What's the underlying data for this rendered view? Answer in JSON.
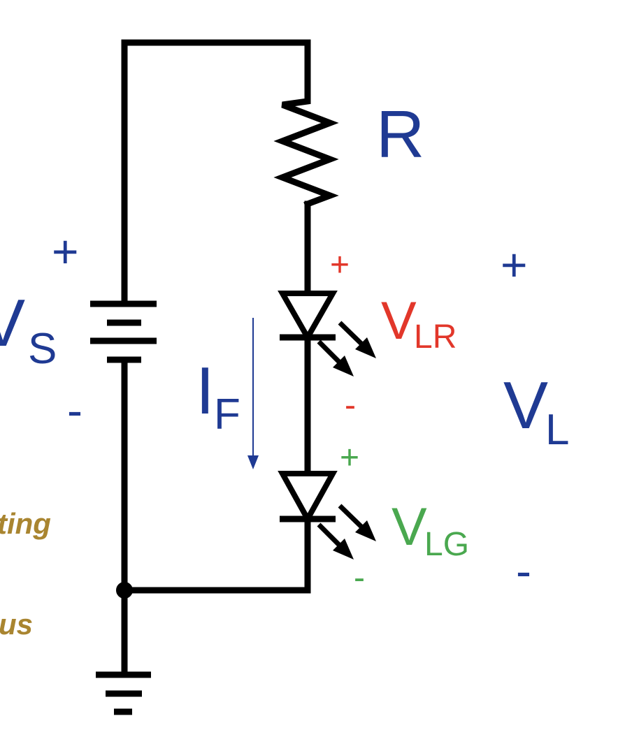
{
  "labels": {
    "resistor": "R",
    "source_main": "V",
    "source_sub": "S",
    "source_plus": "+",
    "source_minus": "-",
    "current_main": "I",
    "current_sub": "F",
    "led_red_main": "V",
    "led_red_sub": "LR",
    "led_red_plus": "+",
    "led_red_minus": "-",
    "led_green_main": "V",
    "led_green_sub": "LG",
    "led_green_plus": "+",
    "led_green_minus": "-",
    "load_main": "V",
    "load_sub": "L",
    "load_plus": "+",
    "load_minus": "-",
    "clipped_text_1": "ting",
    "clipped_text_2": "us"
  },
  "colors": {
    "wire": "#000000",
    "source_labels": "#1f3a93",
    "red_led": "#e2372a",
    "green_led": "#4aa84f",
    "clipped_text": "#a98530"
  }
}
